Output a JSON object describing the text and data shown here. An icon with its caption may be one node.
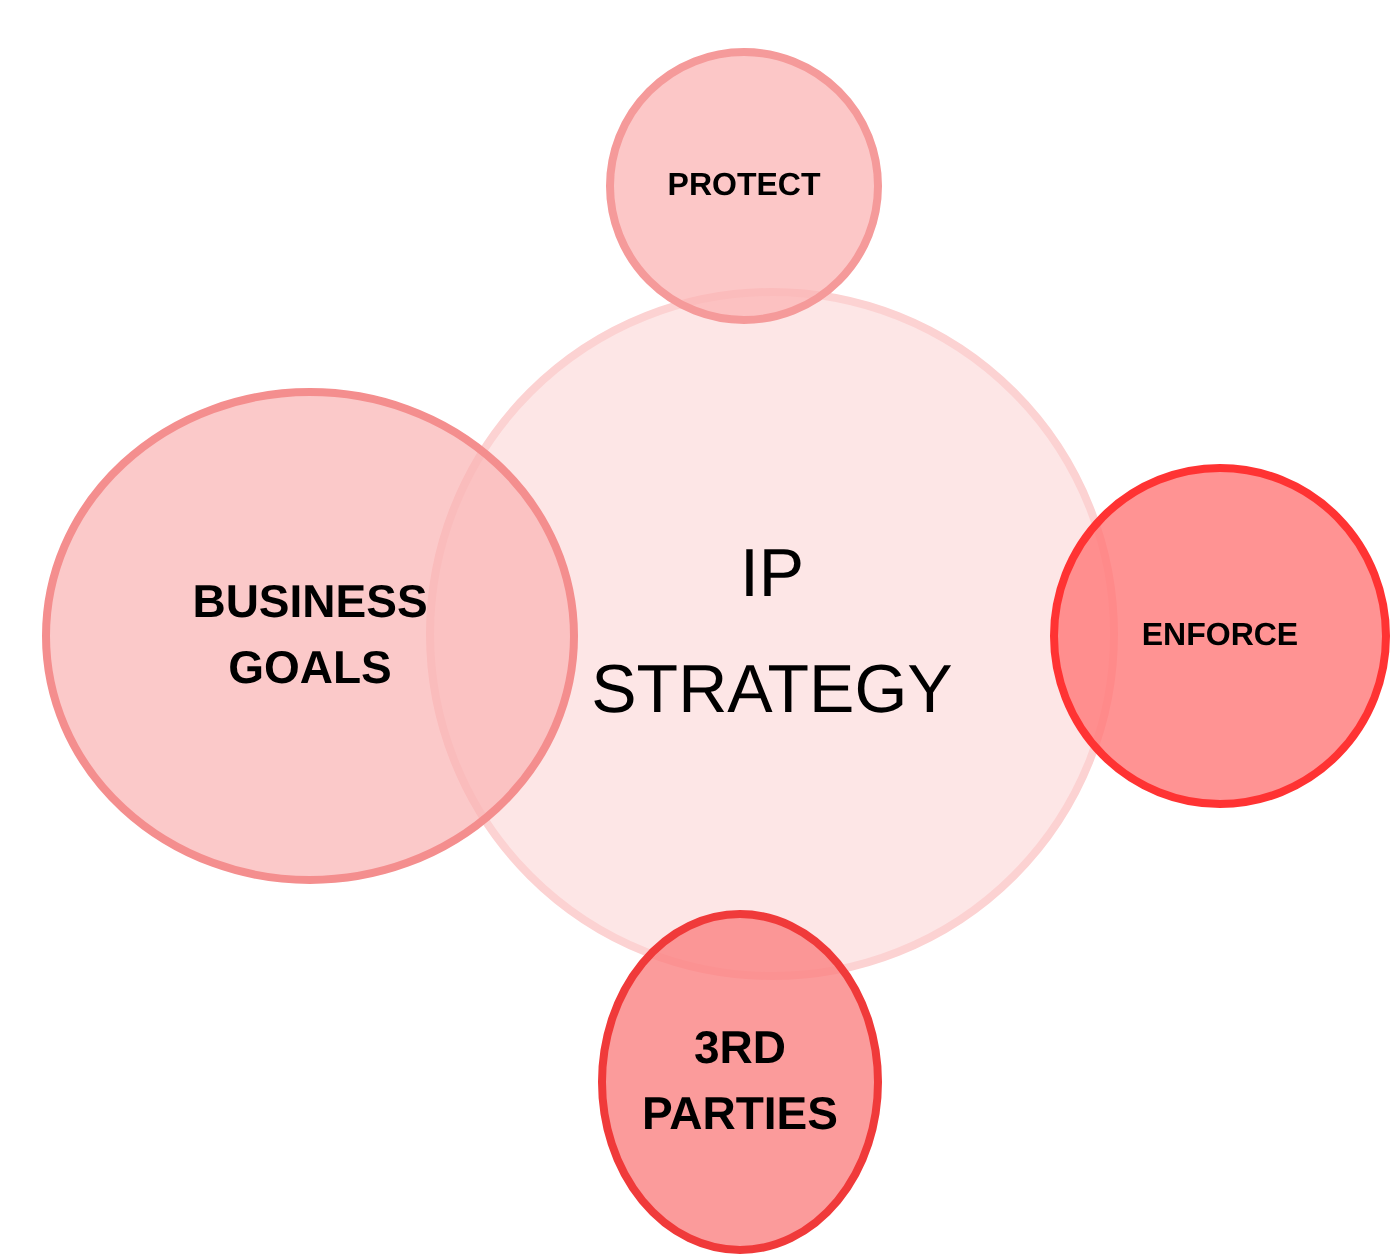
{
  "diagram": {
    "nodes": [
      {
        "text": [
          "IP STRATEGY"
        ]
      },
      {
        "text": [
          "PROTECT"
        ]
      },
      {
        "text": [
          "BUSINESS GOALS"
        ]
      },
      {
        "text": [
          "ENFORCE"
        ]
      },
      {
        "text": [
          "3RD PARTIES"
        ]
      }
    ]
  }
}
